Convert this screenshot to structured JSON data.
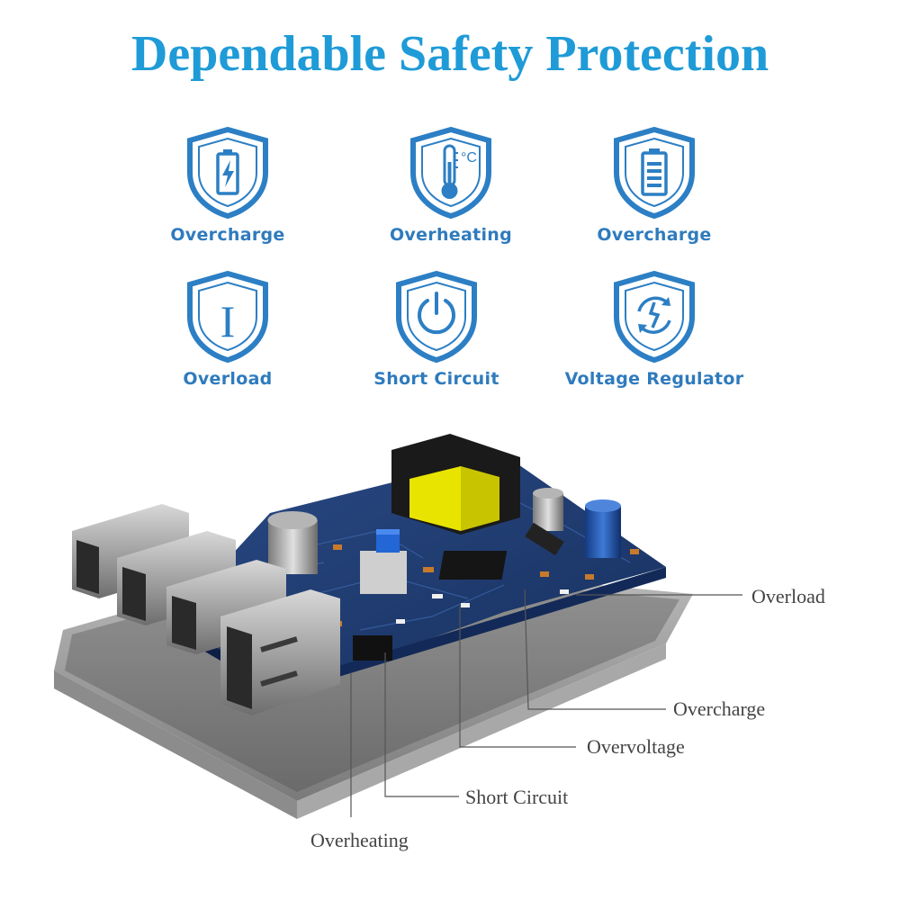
{
  "title": "Dependable Safety Protection",
  "features": [
    {
      "label": "Overcharge",
      "icon": "battery-bolt-icon"
    },
    {
      "label": "Overheating",
      "icon": "thermometer-icon"
    },
    {
      "label": "Overcharge",
      "icon": "battery-level-icon"
    },
    {
      "label": "Overload",
      "icon": "current-bar-icon"
    },
    {
      "label": "Short Circuit",
      "icon": "power-icon"
    },
    {
      "label": "Voltage Regulator",
      "icon": "regulator-icon"
    }
  ],
  "thermo_unit": "°C",
  "overload_glyph": "I",
  "callouts": {
    "overload": "Overload",
    "overcharge": "Overcharge",
    "overvoltage": "Overvoltage",
    "short_circuit": "Short Circuit",
    "overheating": "Overheating"
  },
  "colors": {
    "title": "#1f9bd7",
    "icon": "#2c7fc4",
    "label": "#2f7bbd",
    "board": "#1d3566"
  }
}
